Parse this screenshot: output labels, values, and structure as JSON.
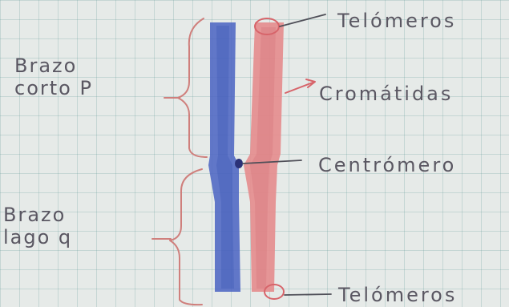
{
  "labels": {
    "telomeres_top": "Telómeros",
    "chromatids": "Cromátidas",
    "centromere": "Centrómero",
    "telomeres_bottom": "Telómeros",
    "short_arm": "Brazo\ncorto P",
    "long_arm": "Brazo\nlago q"
  },
  "colors": {
    "blue_chromatid": "#4e67c3",
    "red_chromatid": "#e58d8e",
    "centromere": "#2b3278",
    "brackets": "#cf7f7c",
    "pointer_red": "#d7646a",
    "text": "#5a5762"
  }
}
